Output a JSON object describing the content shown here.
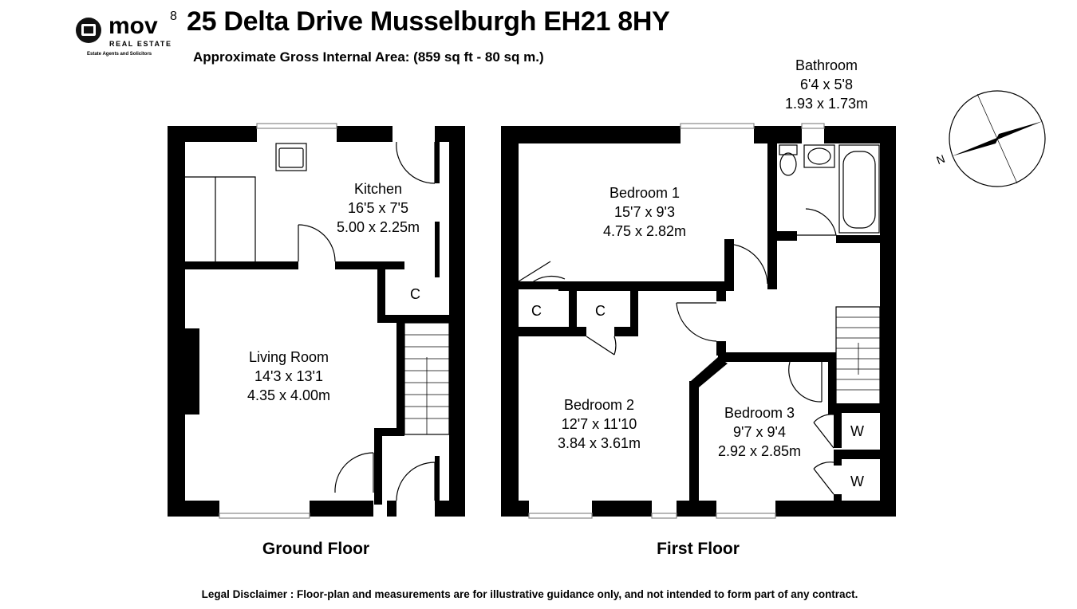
{
  "header": {
    "title": "25 Delta Drive Musselburgh EH21 8HY",
    "subtitle": "Approximate Gross Internal Area: (859 sq ft - 80 sq m.)"
  },
  "logo": {
    "word": "mov",
    "superscript": "8",
    "line": "REAL ESTATE",
    "tagline": "Estate Agents and Solicitors"
  },
  "floors": {
    "ground": {
      "label": "Ground Floor",
      "rooms": {
        "kitchen": {
          "name": "Kitchen",
          "imperial": "16'5 x 7'5",
          "metric": "5.00 x 2.25m"
        },
        "living": {
          "name": "Living Room",
          "imperial": "14'3 x 13'1",
          "metric": "4.35 x 4.00m"
        }
      },
      "cupboard": "C"
    },
    "first": {
      "label": "First Floor",
      "rooms": {
        "bathroom": {
          "name": "Bathroom",
          "imperial": "6'4 x 5'8",
          "metric": "1.93 x 1.73m"
        },
        "bedroom1": {
          "name": "Bedroom 1",
          "imperial": "15'7 x 9'3",
          "metric": "4.75 x 2.82m"
        },
        "bedroom2": {
          "name": "Bedroom 2",
          "imperial": "12'7 x 11'10",
          "metric": "3.84 x 3.61m"
        },
        "bedroom3": {
          "name": "Bedroom 3",
          "imperial": "9'7 x 9'4",
          "metric": "2.92 x 2.85m"
        }
      },
      "cupboard_a": "C",
      "cupboard_b": "C",
      "wardrobe_a": "W",
      "wardrobe_b": "W"
    }
  },
  "compass": {
    "north": "N"
  },
  "disclaimer": "Legal Disclaimer : Floor-plan and measurements are for illustrative guidance only, and not intended to form part of any contract."
}
